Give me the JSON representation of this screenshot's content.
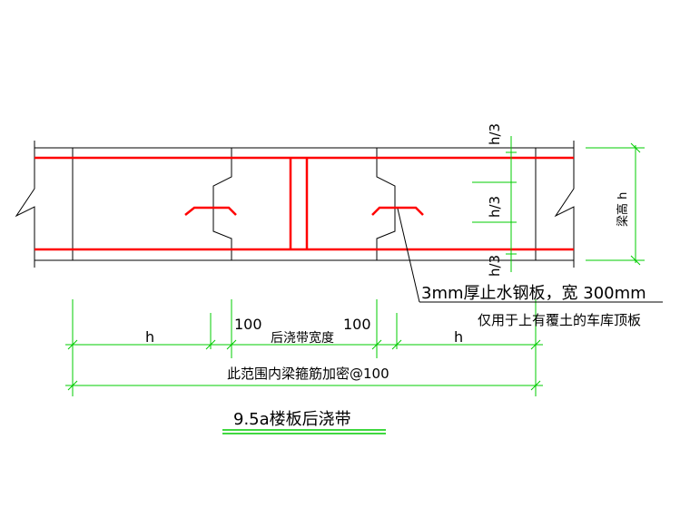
{
  "drawing": {
    "title": "9.5a楼板后浇带",
    "colors": {
      "outline": "#000000",
      "rebar": "#ff0000",
      "dimension": "#00cc00",
      "text": "#000000"
    },
    "labels": {
      "beam_height": "梁高 h",
      "third_top": "h/3",
      "third_mid": "h/3",
      "third_bottom": "h/3",
      "waterstop": "3mm厚止水钢板，宽 300mm",
      "waterstop_note": "仅用于上有覆土的车库顶板"
    },
    "dimensions": {
      "left_h": "h",
      "left_100": "100",
      "band_width": "后浇带宽度",
      "right_100": "100",
      "right_h": "h",
      "stirrup_note": "此范围内梁箍筋加密@100"
    }
  }
}
